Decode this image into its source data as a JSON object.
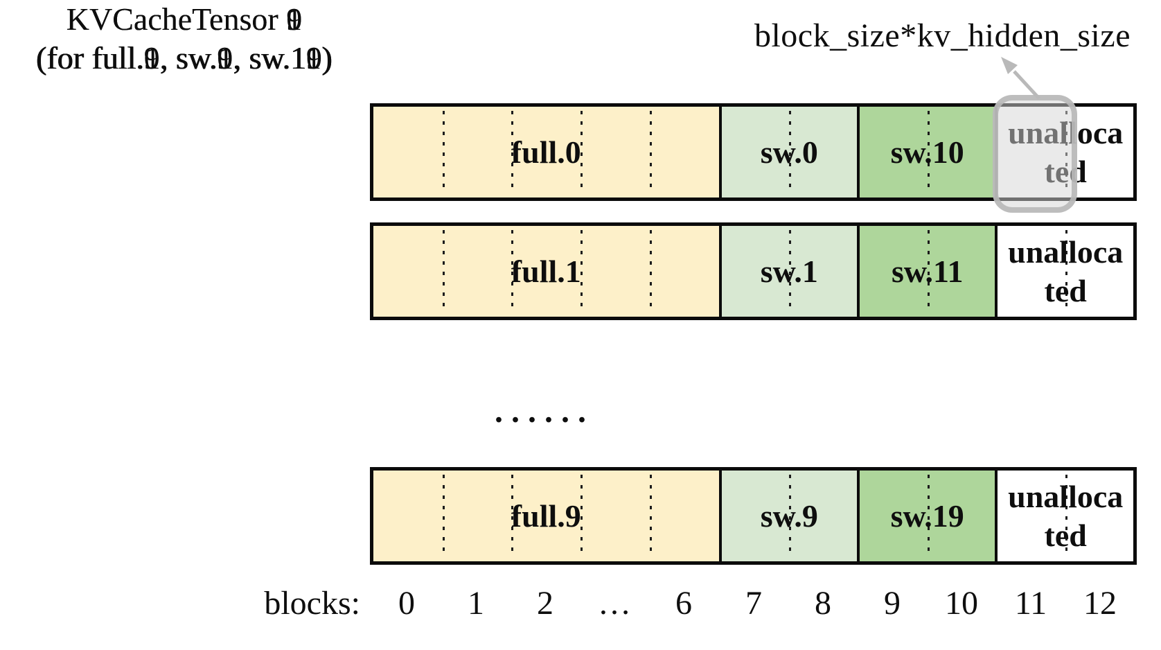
{
  "annotation": {
    "label": "block_size*kv_hidden_size"
  },
  "ellipsis": "......",
  "axis": {
    "label": "blocks:",
    "ticks": [
      "0",
      "1",
      "2",
      "…",
      "6",
      "7",
      "8",
      "9",
      "10",
      "11",
      "12"
    ]
  },
  "rows": [
    {
      "title": "KVCacheTensor 0",
      "subtitle": "(for full.0, sw.0, sw.10)",
      "segments": [
        {
          "label": "full.0"
        },
        {
          "label": "sw.0"
        },
        {
          "label": "sw.10"
        },
        {
          "label": "unallocated",
          "label_lines": [
            "unalloca",
            "ted"
          ]
        }
      ]
    },
    {
      "title": "KVCacheTensor 1",
      "subtitle": "(for full.1, sw.1, sw.11)",
      "segments": [
        {
          "label": "full.1"
        },
        {
          "label": "sw.1"
        },
        {
          "label": "sw.11"
        },
        {
          "label": "unallocated",
          "label_lines": [
            "unalloca",
            "ted"
          ]
        }
      ]
    },
    {
      "title": "KVCacheTensor 9",
      "subtitle": "(for full.9, sw.9, sw.19)",
      "segments": [
        {
          "label": "full.9"
        },
        {
          "label": "sw.9"
        },
        {
          "label": "sw.19"
        },
        {
          "label": "unallocated",
          "label_lines": [
            "unalloca",
            "ted"
          ]
        }
      ]
    }
  ],
  "colors": {
    "full": "#fdf0c9",
    "sw_light": "#d8e8d2",
    "sw_dark": "#aed69b",
    "border": "#0b0b0b",
    "highlight_border": "rgba(185,185,185,0.9)",
    "highlight_fill": "rgba(213,213,213,0.5)",
    "arrow": "#b9b9b9"
  }
}
